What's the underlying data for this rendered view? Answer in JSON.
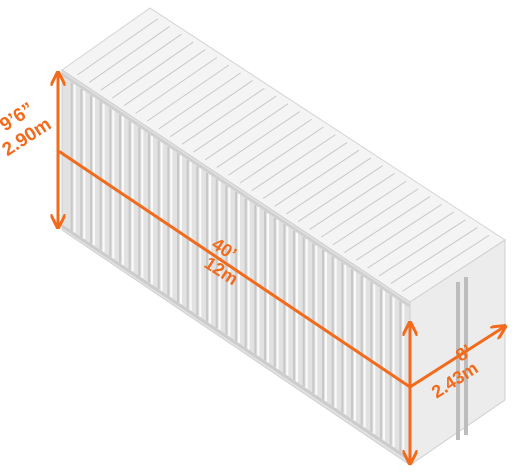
{
  "diagram": {
    "labels": {
      "height_ft": "9’6”",
      "height_m": "2.90m",
      "length_ft": "40’",
      "length_m": "12m",
      "width_ft": "8’",
      "width_m": "2.43m"
    },
    "colors": {
      "accent": "#f26b1d",
      "container_top": "#f4f4f4",
      "container_side": "#e0e0e0",
      "container_end": "#ececec",
      "rib_dark": "#c8c8c8",
      "rib_light": "#fafafa",
      "background": "#ffffff"
    }
  }
}
